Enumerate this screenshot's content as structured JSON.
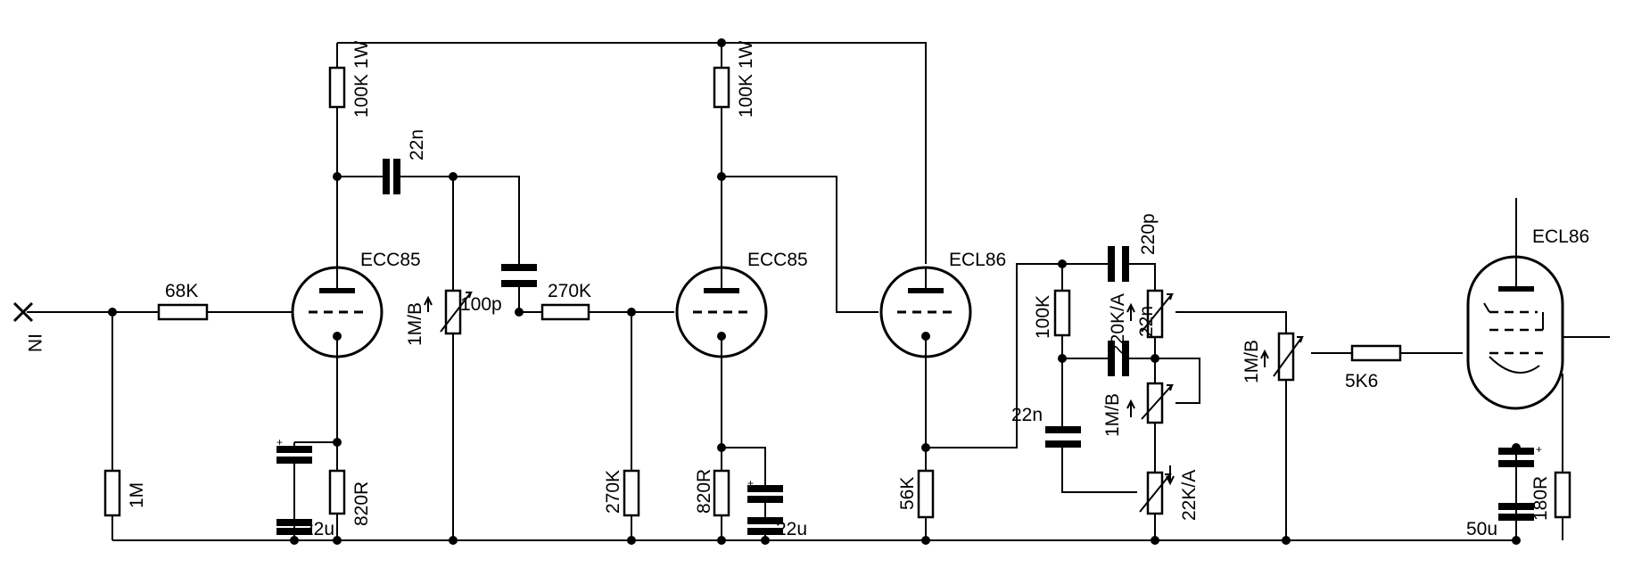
{
  "labels": {
    "input": "IN",
    "r_in_series": "68K",
    "r_in_ground": "1M",
    "tube1": "ECC85",
    "r_plate1": "100K 1W",
    "c_couple1": "22n",
    "r_cath1": "820R",
    "c_cath1": "22u",
    "pot_vol1": "1M/B",
    "c_comp": "100p",
    "r_series2": "270K",
    "r_grid2": "270K",
    "tube2": "ECC85",
    "r_plate2": "100K 1W",
    "r_cath2": "820R",
    "c_cath2": "22u",
    "tube3": "ECL86",
    "r_cath3": "56K",
    "r_tone": "100K",
    "c_treble": "220p",
    "pot_treble": "220K/A",
    "c_tone2": "22n",
    "pot_bass": "1M/B",
    "c_tone3": "22n",
    "pot_bal": "22K/A",
    "pot_vol2": "1M/B",
    "r_grid4": "5K6",
    "tube4": "ECL86",
    "c_cath4": "50u",
    "r_cath4": "180R"
  },
  "colors": {
    "ink": "#000000",
    "paper": "#ffffff"
  }
}
